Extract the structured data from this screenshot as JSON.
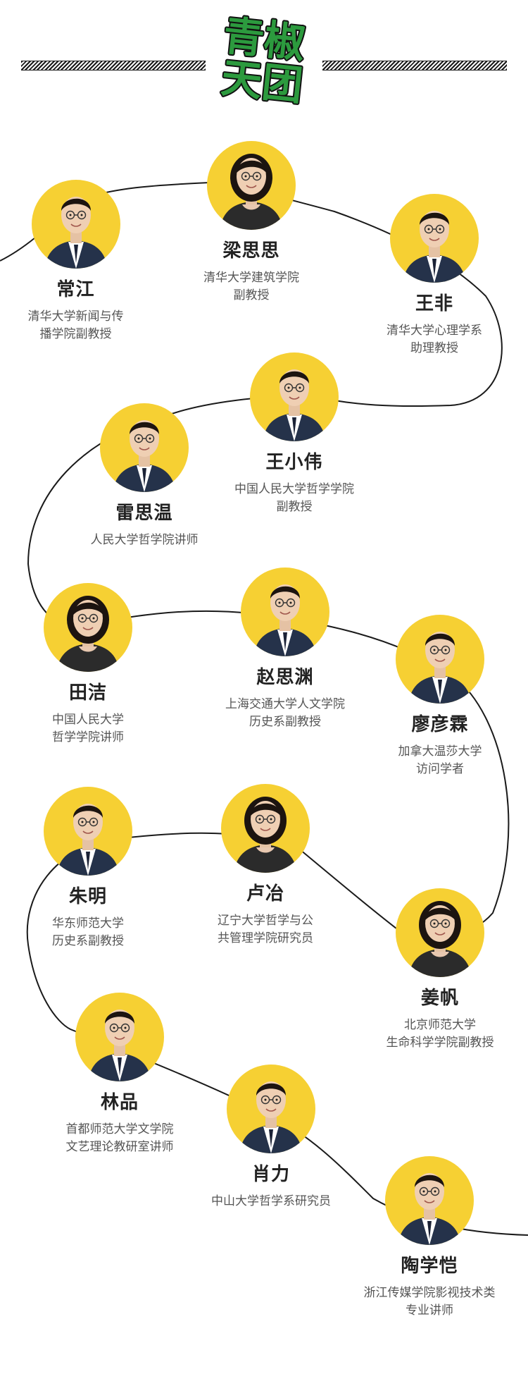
{
  "logo": {
    "line1": "青椒",
    "line2": "天团"
  },
  "colors": {
    "avatar_bg": "#f6d033",
    "logo_green": "#2c9a3e",
    "logo_outline": "#111111",
    "path": "#1a1a1a"
  },
  "members": [
    {
      "name": "梁思思",
      "title": "清华大学建筑学院\n副教授",
      "gender": "f"
    },
    {
      "name": "常江",
      "title": "清华大学新闻与传\n播学院副教授",
      "gender": "m"
    },
    {
      "name": "王非",
      "title": "清华大学心理学系\n助理教授",
      "gender": "m"
    },
    {
      "name": "王小伟",
      "title": "中国人民大学哲学学院\n副教授",
      "gender": "m"
    },
    {
      "name": "雷思温",
      "title": "人民大学哲学院讲师",
      "gender": "m"
    },
    {
      "name": "田洁",
      "title": "中国人民大学\n哲学学院讲师",
      "gender": "f"
    },
    {
      "name": "赵思渊",
      "title": "上海交通大学人文学院\n历史系副教授",
      "gender": "m"
    },
    {
      "name": "廖彦霖",
      "title": "加拿大温莎大学\n访问学者",
      "gender": "m"
    },
    {
      "name": "朱明",
      "title": "华东师范大学\n历史系副教授",
      "gender": "m"
    },
    {
      "name": "卢冶",
      "title": "辽宁大学哲学与公\n共管理学院研究员",
      "gender": "f"
    },
    {
      "name": "姜帆",
      "title": "北京师范大学\n生命科学学院副教授",
      "gender": "f"
    },
    {
      "name": "林品",
      "title": "首都师范大学文学院\n文艺理论教研室讲师",
      "gender": "m"
    },
    {
      "name": "肖力",
      "title": "中山大学哲学系研究员",
      "gender": "m"
    },
    {
      "name": "陶学恺",
      "title": "浙江传媒学院影视技术类\n专业讲师",
      "gender": "m"
    }
  ]
}
